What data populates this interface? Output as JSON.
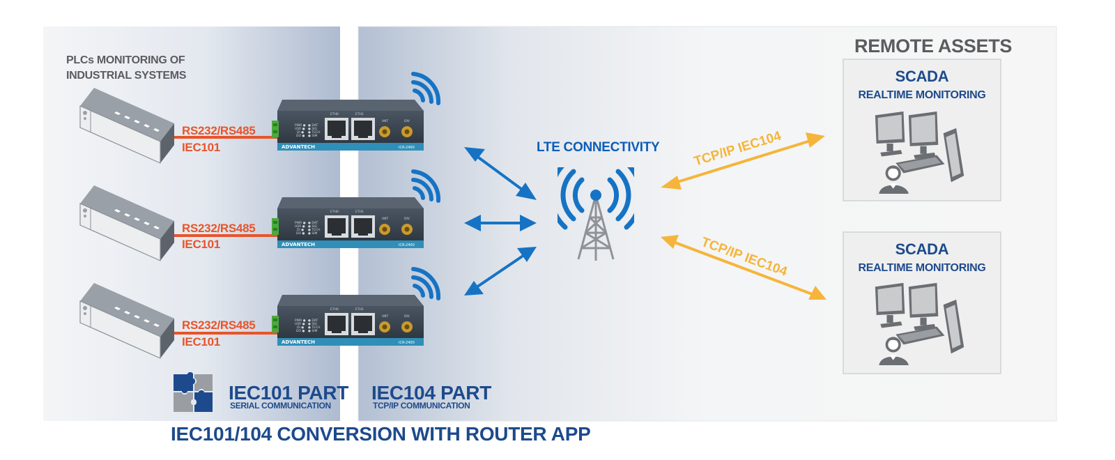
{
  "labels": {
    "plc_title_line1": "PLCs MONITORING OF",
    "plc_title_line2": "INDUSTRIAL SYSTEMS",
    "remote_assets": "REMOTE ASSETS",
    "lte": "LTE CONNECTIVITY",
    "iec101_part": "IEC101 PART",
    "iec101_sub": "SERIAL COMMUNICATION",
    "iec104_part": "IEC104 PART",
    "iec104_sub": "TCP/IP COMMUNICATION",
    "bottom_title": "IEC101/104 CONVERSION WITH ROUTER APP"
  },
  "serial_links": [
    {
      "protocol": "RS232/RS485",
      "standard": "IEC101"
    },
    {
      "protocol": "RS232/RS485",
      "standard": "IEC101"
    },
    {
      "protocol": "RS232/RS485",
      "standard": "IEC101"
    }
  ],
  "router": {
    "brand": "ADVANTECH",
    "model": "ICR-2400",
    "port_eth0": "ETH0",
    "port_eth1": "ETH1",
    "port_ant": "ANT",
    "port_div": "DIV",
    "leds": [
      "PWR",
      "USR",
      "DI",
      "DO",
      "DAT",
      "SIG",
      "TECH",
      "SIM"
    ]
  },
  "tcp_links": [
    "TCP/IP IEC104",
    "TCP/IP IEC104"
  ],
  "scada": [
    {
      "title": "SCADA",
      "subtitle": "REALTIME MONITORING"
    },
    {
      "title": "SCADA",
      "subtitle": "REALTIME MONITORING"
    }
  ],
  "colors": {
    "serial": "#e8542a",
    "tcp": "#f5b53a",
    "arrow": "#1673c4",
    "brand_blue": "#0d5db8",
    "navy": "#1d4a8c"
  },
  "icons": [
    "puzzle-icon",
    "wifi-signal-icon",
    "lte-tower-icon",
    "plc-device-icon",
    "router-icon",
    "workstation-icon"
  ]
}
